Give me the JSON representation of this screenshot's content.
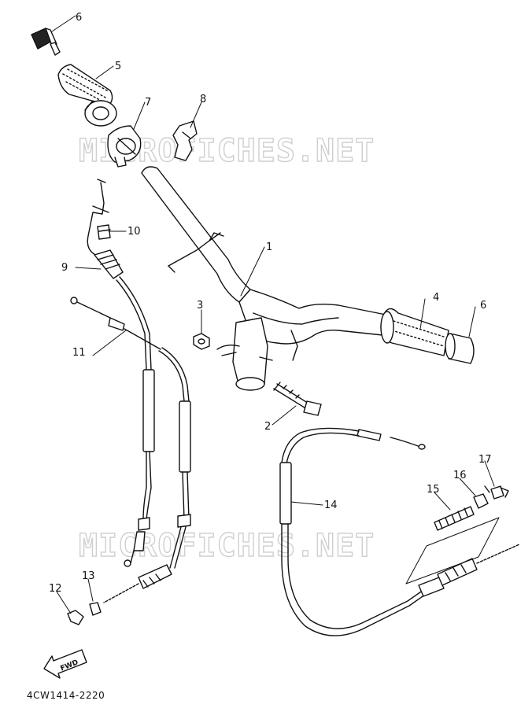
{
  "diagram": {
    "watermark": "MICROFICHES.NET",
    "diagram_code": "4CW1414-2220",
    "fwd_label": "FWD",
    "callouts": [
      "1",
      "2",
      "3",
      "4",
      "5",
      "6",
      "6",
      "7",
      "8",
      "9",
      "10",
      "11",
      "12",
      "13",
      "14",
      "15",
      "16",
      "17"
    ]
  }
}
